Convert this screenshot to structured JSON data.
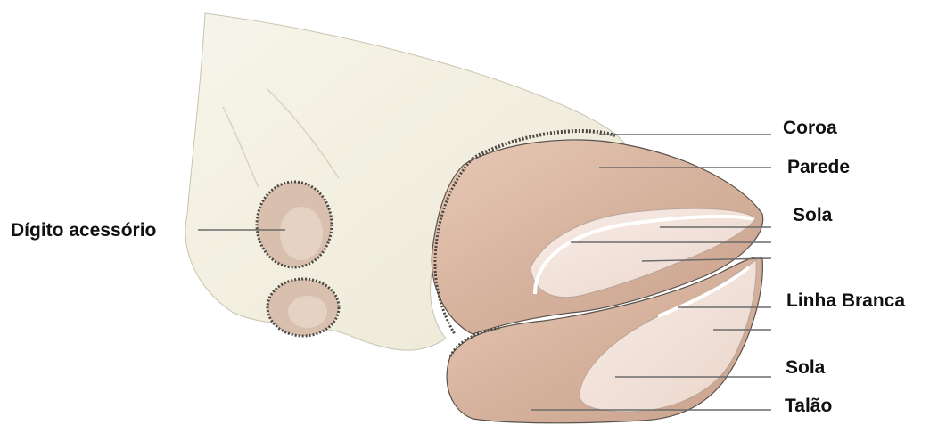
{
  "labels": {
    "coroa": "Coroa",
    "parede": "Parede",
    "sola_top": "Sola",
    "linha_branca": "Linha Branca",
    "sola_bottom": "Sola",
    "talao": "Talão",
    "digito_acessorio": "Dígito acessório"
  },
  "colors": {
    "skin": "#f3f0e2",
    "hoof": "#d9b8a4",
    "sole": "#f3e6df",
    "white_line": "#ffffff",
    "leader_line": "#6b6b6b",
    "text": "#111111"
  }
}
